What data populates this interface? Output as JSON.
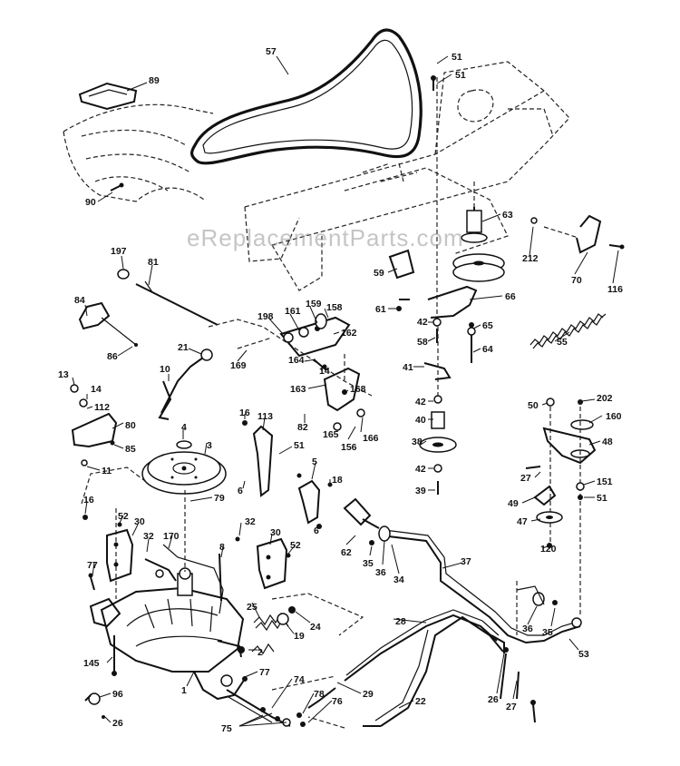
{
  "watermark": "eReplacementParts.com",
  "parts": [
    {
      "key": "p57",
      "text": "57"
    },
    {
      "key": "p51a",
      "text": "51"
    },
    {
      "key": "p51b",
      "text": "51"
    },
    {
      "key": "p89",
      "text": "89"
    },
    {
      "key": "p90",
      "text": "90"
    },
    {
      "key": "p63",
      "text": "63"
    },
    {
      "key": "p212",
      "text": "212"
    },
    {
      "key": "p70",
      "text": "70"
    },
    {
      "key": "p116",
      "text": "116"
    },
    {
      "key": "p197",
      "text": "197"
    },
    {
      "key": "p81",
      "text": "81"
    },
    {
      "key": "p59",
      "text": "59"
    },
    {
      "key": "p61",
      "text": "61"
    },
    {
      "key": "p66",
      "text": "66"
    },
    {
      "key": "p84",
      "text": "84"
    },
    {
      "key": "p198",
      "text": "198"
    },
    {
      "key": "p161",
      "text": "161"
    },
    {
      "key": "p159",
      "text": "159"
    },
    {
      "key": "p158",
      "text": "158"
    },
    {
      "key": "p162",
      "text": "162"
    },
    {
      "key": "p42a",
      "text": "42"
    },
    {
      "key": "p58",
      "text": "58"
    },
    {
      "key": "p65",
      "text": "65"
    },
    {
      "key": "p64",
      "text": "64"
    },
    {
      "key": "p55",
      "text": "55"
    },
    {
      "key": "p86",
      "text": "86"
    },
    {
      "key": "p21",
      "text": "21"
    },
    {
      "key": "p169",
      "text": "169"
    },
    {
      "key": "p164",
      "text": "164"
    },
    {
      "key": "p14a",
      "text": "14"
    },
    {
      "key": "p10",
      "text": "10"
    },
    {
      "key": "p41",
      "text": "41"
    },
    {
      "key": "p13",
      "text": "13"
    },
    {
      "key": "p14b",
      "text": "14"
    },
    {
      "key": "p112",
      "text": "112"
    },
    {
      "key": "p163",
      "text": "163"
    },
    {
      "key": "p168",
      "text": "168"
    },
    {
      "key": "p42b",
      "text": "42"
    },
    {
      "key": "p50",
      "text": "50"
    },
    {
      "key": "p202",
      "text": "202"
    },
    {
      "key": "p160",
      "text": "160"
    },
    {
      "key": "p16a",
      "text": "16"
    },
    {
      "key": "p113",
      "text": "113"
    },
    {
      "key": "p82",
      "text": "82"
    },
    {
      "key": "p40",
      "text": "40"
    },
    {
      "key": "p80",
      "text": "80"
    },
    {
      "key": "p4",
      "text": "4"
    },
    {
      "key": "p165",
      "text": "165"
    },
    {
      "key": "p156",
      "text": "156"
    },
    {
      "key": "p166",
      "text": "166"
    },
    {
      "key": "p85",
      "text": "85"
    },
    {
      "key": "p3",
      "text": "3"
    },
    {
      "key": "p51c",
      "text": "51"
    },
    {
      "key": "p38",
      "text": "38"
    },
    {
      "key": "p48",
      "text": "48"
    },
    {
      "key": "p11",
      "text": "11"
    },
    {
      "key": "p5",
      "text": "5"
    },
    {
      "key": "p42c",
      "text": "42"
    },
    {
      "key": "p27a",
      "text": "27"
    },
    {
      "key": "p151",
      "text": "151"
    },
    {
      "key": "p6a",
      "text": "6"
    },
    {
      "key": "p18",
      "text": "18"
    },
    {
      "key": "p39",
      "text": "39"
    },
    {
      "key": "p79",
      "text": "79"
    },
    {
      "key": "p49",
      "text": "49"
    },
    {
      "key": "p51d",
      "text": "51"
    },
    {
      "key": "p16b",
      "text": "16"
    },
    {
      "key": "p47",
      "text": "47"
    },
    {
      "key": "p52a",
      "text": "52"
    },
    {
      "key": "p30a",
      "text": "30"
    },
    {
      "key": "p6b",
      "text": "6"
    },
    {
      "key": "p32a",
      "text": "32"
    },
    {
      "key": "p30b",
      "text": "30"
    },
    {
      "key": "p170",
      "text": "170"
    },
    {
      "key": "p62",
      "text": "62"
    },
    {
      "key": "p120",
      "text": "120"
    },
    {
      "key": "p52b",
      "text": "52"
    },
    {
      "key": "p32b",
      "text": "32"
    },
    {
      "key": "p8",
      "text": "8"
    },
    {
      "key": "p35a",
      "text": "35"
    },
    {
      "key": "p36a",
      "text": "36"
    },
    {
      "key": "p34",
      "text": "34"
    },
    {
      "key": "p37",
      "text": "37"
    },
    {
      "key": "p77a",
      "text": "77"
    },
    {
      "key": "p25",
      "text": "25"
    },
    {
      "key": "p24",
      "text": "24"
    },
    {
      "key": "p28",
      "text": "28"
    },
    {
      "key": "p19",
      "text": "19"
    },
    {
      "key": "p36b",
      "text": "36"
    },
    {
      "key": "p35b",
      "text": "35"
    },
    {
      "key": "p53",
      "text": "53"
    },
    {
      "key": "p145",
      "text": "145"
    },
    {
      "key": "p2",
      "text": "2"
    },
    {
      "key": "p77b",
      "text": "77"
    },
    {
      "key": "p74",
      "text": "74"
    },
    {
      "key": "p96",
      "text": "96"
    },
    {
      "key": "p1",
      "text": "1"
    },
    {
      "key": "p29",
      "text": "29"
    },
    {
      "key": "p26",
      "text": "26"
    },
    {
      "key": "p27b",
      "text": "27"
    },
    {
      "key": "p78",
      "text": "78"
    },
    {
      "key": "p76",
      "text": "76"
    },
    {
      "key": "p22",
      "text": "22"
    },
    {
      "key": "p75",
      "text": "75"
    },
    {
      "key": "p26b",
      "text": "26"
    }
  ]
}
